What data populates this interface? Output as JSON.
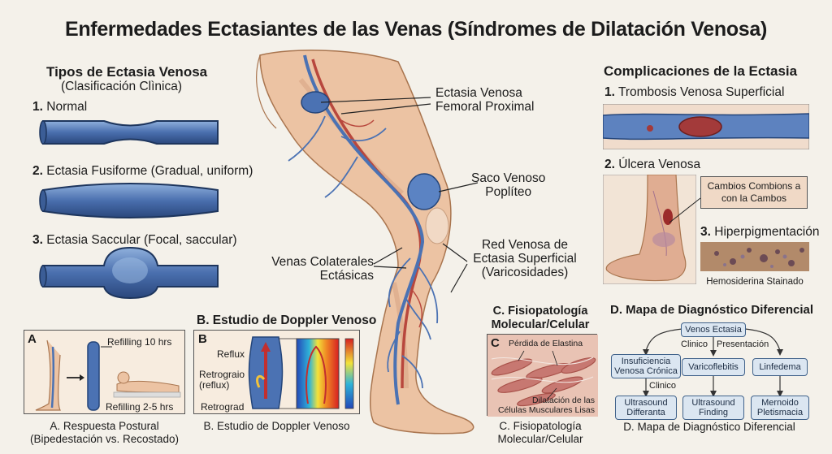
{
  "title": "Enfermedades Ectasiantes de las Venas (Síndromes de Dilatación Venosa)",
  "tipos": {
    "heading": "Tipos de Ectasia Venosa",
    "subheading": "(Clasificación Clìnica)",
    "items": [
      {
        "num": "1.",
        "label": "Normal"
      },
      {
        "num": "2.",
        "label": "Ectasia Fusiforme (Gradual, uniform)"
      },
      {
        "num": "3.",
        "label": "Ectasia Saccular (Focal, saccular)"
      }
    ]
  },
  "leg_labels": {
    "femoral": [
      "Ectasia Venosa",
      "Femoral Proximal"
    ],
    "popliteo": [
      "Saco Venoso",
      "Poplíteo"
    ],
    "colaterales": [
      "Venas Colaterales",
      "Ectásicas"
    ],
    "red": [
      "Red Venosa de",
      "Ectasia Superficial",
      "(Varicosidades)"
    ]
  },
  "panel_a": {
    "letter": "A",
    "refill_top": "Refilling 10 hrs",
    "refill_bottom": "Refilling 2-5 hrs",
    "caption": [
      "A. Respuesta Postural",
      "(Bipedestación vs. Recostado)"
    ]
  },
  "panel_b": {
    "heading": "B. Estudio de Doppler Venoso",
    "letter": "B",
    "reflux": "Reflux",
    "retrograio": [
      "Retrograio",
      "(reflux)"
    ],
    "retrograd": "Retrograd",
    "caption": "B. Estudio de Doppler Venoso"
  },
  "panel_c": {
    "heading": [
      "C. Fisiopatología",
      "Molecular/Celular"
    ],
    "letter": "C",
    "elastina": "Pérdida de Elastina",
    "dilatacion": [
      "Dilatación de las",
      "Células Musculares Lisas"
    ],
    "caption": [
      "C. Fisiopatología",
      "Molecular/Celular"
    ]
  },
  "complicaciones": {
    "heading": "Complicaciones de la Ectasia",
    "items": [
      {
        "num": "1.",
        "label": "Trombosis Venosa Superficial"
      },
      {
        "num": "2.",
        "label": "Úlcera Venosa"
      },
      {
        "num": "3.",
        "label": "Hiperpigmentación"
      }
    ],
    "cambios": [
      "Cambios Combions a",
      "con la Cambos"
    ],
    "hemosiderina": "Hemosiderina Stainado"
  },
  "panel_d": {
    "heading": "D. Mapa de Diagnóstico Diferencial",
    "root": "Venos Ectasia",
    "clinico": "Clinico",
    "presentacion": "Presentación",
    "nodes": [
      [
        "Insuficiencia",
        "Venosa Crónica"
      ],
      [
        "Varicoflebitis"
      ],
      [
        "Linfedema"
      ]
    ],
    "clinico2": "Clinico",
    "leaves": [
      [
        "Ultrasound",
        "Differanta"
      ],
      [
        "Ultrasound",
        "Finding"
      ],
      [
        "Mernoido",
        "Pletismacia"
      ]
    ],
    "caption": "D. Mapa de Diagnóstico Diferencial"
  },
  "colors": {
    "vein_blue": "#4b72b3",
    "artery_red": "#b8473d",
    "skin": "#ecc3a3",
    "panel_bg": "#f7ecdf"
  }
}
